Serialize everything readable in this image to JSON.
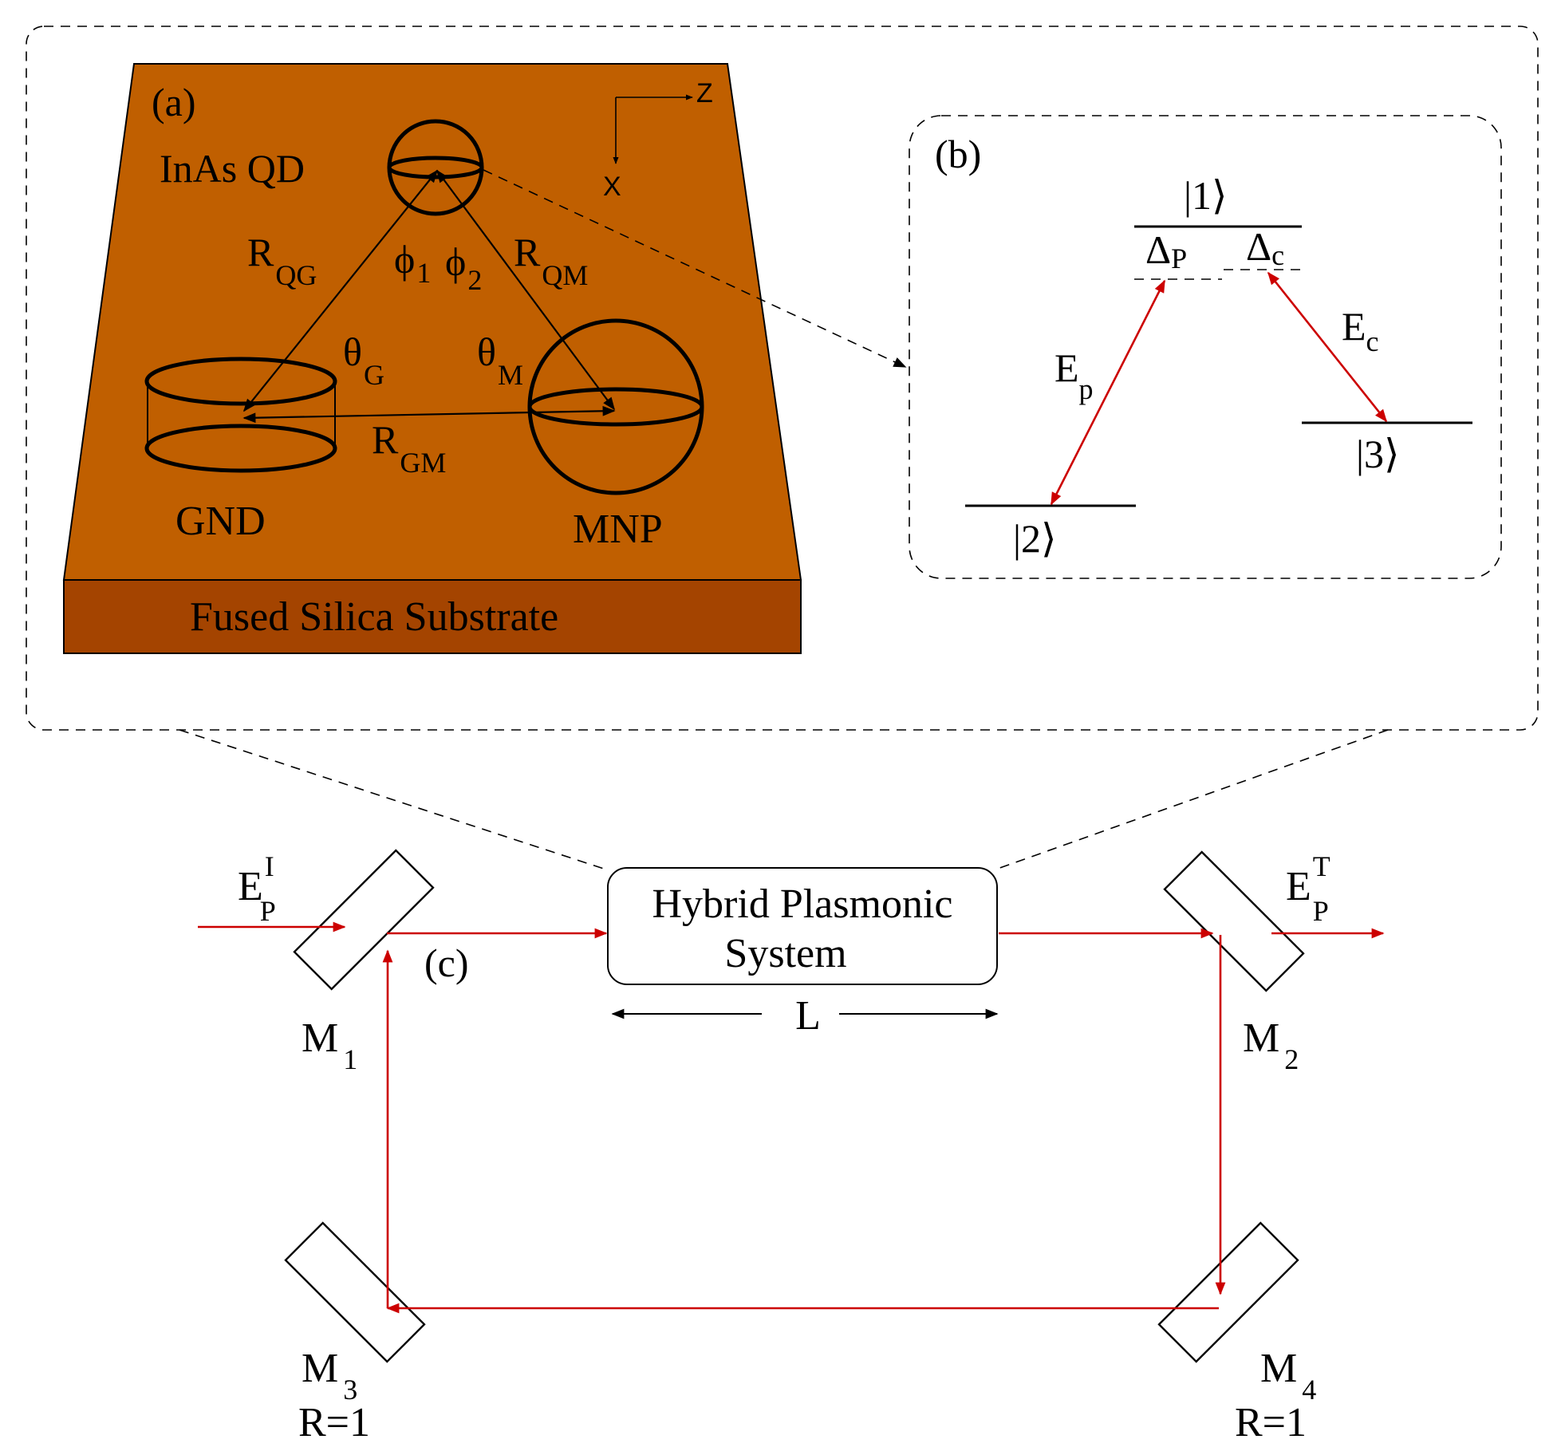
{
  "panel_a": {
    "label": "(a)",
    "qd_label": "InAs QD",
    "gnd_label": "GND",
    "mnp_label": "MNP",
    "substrate_label": "Fused Silica Substrate",
    "axis_z": "Z",
    "axis_x": "X",
    "r_qg": {
      "main": "R",
      "sub": "QG"
    },
    "r_qm": {
      "main": "R",
      "sub": "QM"
    },
    "r_gm": {
      "main": "R",
      "sub": "GM"
    },
    "phi1": {
      "main": "ϕ",
      "sub": "1"
    },
    "phi2": {
      "main": "ϕ",
      "sub": "2"
    },
    "theta_g": {
      "main": "θ",
      "sub": "G"
    },
    "theta_m": {
      "main": "θ",
      "sub": "M"
    },
    "colors": {
      "top": "#c05f00",
      "front": "#a44400"
    }
  },
  "panel_b": {
    "label": "(b)",
    "level1": "|1⟩",
    "level2": "|2⟩",
    "level3": "|3⟩",
    "delta_p": {
      "main": "Δ",
      "sub": "P"
    },
    "delta_c": {
      "main": "Δ",
      "sub": "c"
    },
    "e_p": {
      "main": "E",
      "sub": "p"
    },
    "e_c": {
      "main": "E",
      "sub": "c"
    }
  },
  "panel_c": {
    "label": "(c)",
    "system_line1": "Hybrid Plasmonic",
    "system_line2": "System",
    "length": "L",
    "input": {
      "main": "E",
      "sup": "I",
      "sub": "P"
    },
    "output": {
      "main": "E",
      "sup": "T",
      "sub": "P"
    },
    "m1": {
      "main": "M",
      "sub": "1"
    },
    "m2": {
      "main": "M",
      "sub": "2"
    },
    "m3": {
      "main": "M",
      "sub": "3",
      "note": "R=1"
    },
    "m4": {
      "main": "M",
      "sub": "4",
      "note": "R=1"
    },
    "beam_color": "#cc0000"
  }
}
